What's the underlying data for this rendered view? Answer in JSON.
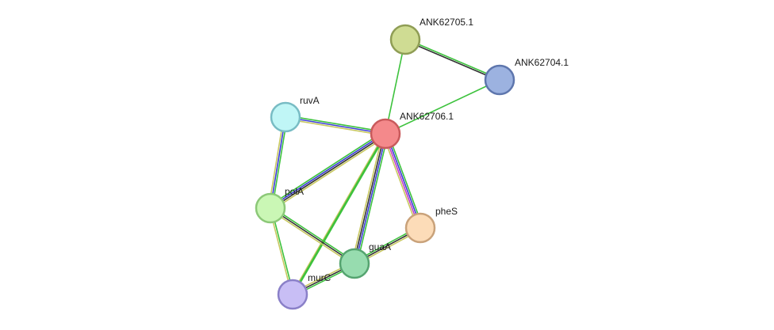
{
  "network": {
    "nodes": [
      {
        "id": "ANK62706.1",
        "label": "ANK62706.1",
        "fill": "#f4898b",
        "stroke": "#c95a5c",
        "highlight": true
      },
      {
        "id": "ANK62705.1",
        "label": "ANK62705.1",
        "fill": "#cfdc93",
        "stroke": "#8f9d55"
      },
      {
        "id": "ANK62704.1",
        "label": "ANK62704.1",
        "fill": "#9cb2e0",
        "stroke": "#5e76ad"
      },
      {
        "id": "ruvA",
        "label": "ruvA",
        "fill": "#c0f6f6",
        "stroke": "#78bcc4"
      },
      {
        "id": "polA",
        "label": "polA",
        "fill": "#caf7b5",
        "stroke": "#8cc878"
      },
      {
        "id": "pheS",
        "label": "pheS",
        "fill": "#fcdcb8",
        "stroke": "#c9a27a"
      },
      {
        "id": "guaA",
        "label": "guaA",
        "fill": "#97dcaf",
        "stroke": "#55a470"
      },
      {
        "id": "murC",
        "label": "murC",
        "fill": "#c8bef5",
        "stroke": "#8a80c8"
      }
    ],
    "edges": [
      {
        "source": "ANK62705.1",
        "target": "ANK62704.1",
        "colors": [
          "#3dc23d",
          "#333333"
        ]
      },
      {
        "source": "ANK62705.1",
        "target": "ANK62706.1",
        "colors": [
          "#3dc23d"
        ]
      },
      {
        "source": "ANK62704.1",
        "target": "ANK62706.1",
        "colors": [
          "#3dc23d"
        ]
      },
      {
        "source": "ruvA",
        "target": "ANK62706.1",
        "colors": [
          "#3dc23d",
          "#3b3bd6",
          "#c8c860"
        ]
      },
      {
        "source": "ruvA",
        "target": "polA",
        "colors": [
          "#3dc23d",
          "#3b3bd6",
          "#c8c860"
        ]
      },
      {
        "source": "polA",
        "target": "ANK62706.1",
        "colors": [
          "#3dc23d",
          "#3b3bd6",
          "#333333",
          "#c8c860"
        ]
      },
      {
        "source": "ANK62706.1",
        "target": "pheS",
        "colors": [
          "#3dc23d",
          "#3b3bd6",
          "#c43cc4",
          "#c8c860"
        ]
      },
      {
        "source": "ANK62706.1",
        "target": "guaA",
        "colors": [
          "#3dc23d",
          "#3b3bd6",
          "#333333",
          "#c8c860"
        ]
      },
      {
        "source": "ANK62706.1",
        "target": "murC",
        "colors": [
          "#3dc23d",
          "#c8c860"
        ]
      },
      {
        "source": "ANK62706.1",
        "target": "murC",
        "colors": [
          "#3dc23d"
        ],
        "offsetTarget": [
          76,
          -38
        ]
      },
      {
        "source": "polA",
        "target": "guaA",
        "colors": [
          "#3dc23d",
          "#333333",
          "#c8c860"
        ]
      },
      {
        "source": "polA",
        "target": "murC",
        "colors": [
          "#3dc23d",
          "#c8c860"
        ]
      },
      {
        "source": "guaA",
        "target": "pheS",
        "colors": [
          "#3dc23d",
          "#333333",
          "#c8c860"
        ]
      },
      {
        "source": "guaA",
        "target": "murC",
        "colors": [
          "#3dc23d",
          "#333333",
          "#c8c860"
        ]
      }
    ]
  }
}
